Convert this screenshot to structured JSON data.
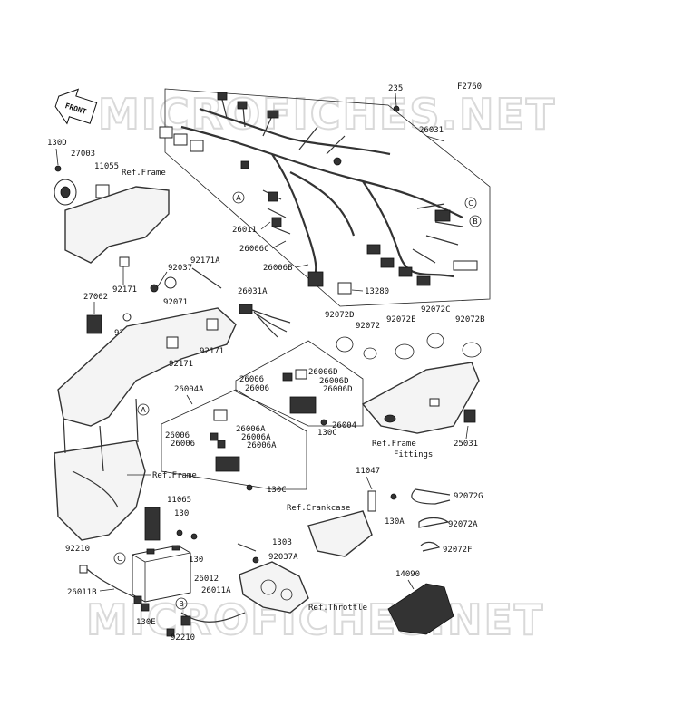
{
  "diagram_code": "F2760",
  "watermark": "MICROFICHES.NET",
  "front_arrow": "FRONT",
  "refs": {
    "frame_top": "Ref.Frame",
    "frame_mid": "Ref.Frame",
    "frame_fittings_1": "Ref.Frame",
    "frame_fittings_2": "Fittings",
    "crankcase": "Ref.Crankcase",
    "throttle": "Ref.Throttle"
  },
  "part_numbers": {
    "p235": "235",
    "p26031": "26031",
    "p130D": "130D",
    "p27003": "27003",
    "p11055": "11055",
    "p26011": "26011",
    "p26006C": "26006C",
    "p26006B": "26006B",
    "p13280": "13280",
    "p92037": "92037",
    "p92171A": "92171A",
    "p92171_a": "92171",
    "p92071": "92071",
    "p26031A": "26031A",
    "p27002": "27002",
    "p92037B": "92037B",
    "p92171_b": "92171",
    "p92171_c": "92171",
    "p92072D": "92072D",
    "p92072": "92072",
    "p92072E": "92072E",
    "p92072C": "92072C",
    "p92072B": "92072B",
    "p26006_a": "26006",
    "p26006D_a": "26006D",
    "p26006_b": "26006",
    "p26006D_b": "26006D",
    "p26006D_c": "26006D",
    "p26004A": "26004A",
    "p26006_c": "26006",
    "p26006A_a": "26006A",
    "p26006A_b": "26006A",
    "p26006_d": "26006",
    "p26006A_c": "26006A",
    "p26004": "26004",
    "p130C_a": "130C",
    "p25031": "25031",
    "p130C_b": "130C",
    "p11047": "11047",
    "p130A": "130A",
    "p92072G": "92072G",
    "p11065": "11065",
    "p130_a": "130",
    "p92072A": "92072A",
    "p92210_a": "92210",
    "p130_b": "130",
    "p130B": "130B",
    "p92037A": "92037A",
    "p92072F": "92072F",
    "p26012": "26012",
    "p14090": "14090",
    "p26011B": "26011B",
    "p26011A": "26011A",
    "p130E": "130E",
    "p92210_b": "92210"
  },
  "callouts": {
    "A_top": "A",
    "B_top": "B",
    "C_top": "C",
    "A_mid": "A",
    "C_bot": "C",
    "B_bot": "B"
  }
}
